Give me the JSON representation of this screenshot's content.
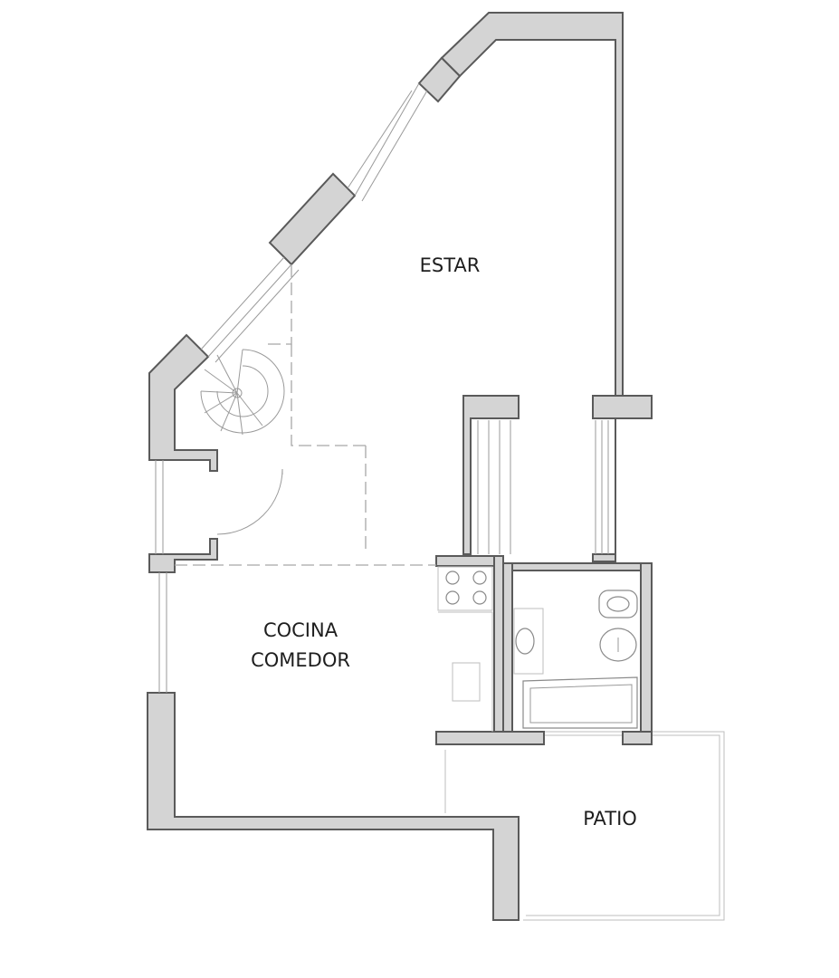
{
  "rooms": {
    "estar": "ESTAR",
    "cocina_line1": "COCINA",
    "cocina_line2": "COMEDOR",
    "patio": "PATIO"
  },
  "colors": {
    "wall_fill": "#d4d4d4",
    "wall_stroke": "#5a5a5a",
    "background": "#ffffff"
  }
}
